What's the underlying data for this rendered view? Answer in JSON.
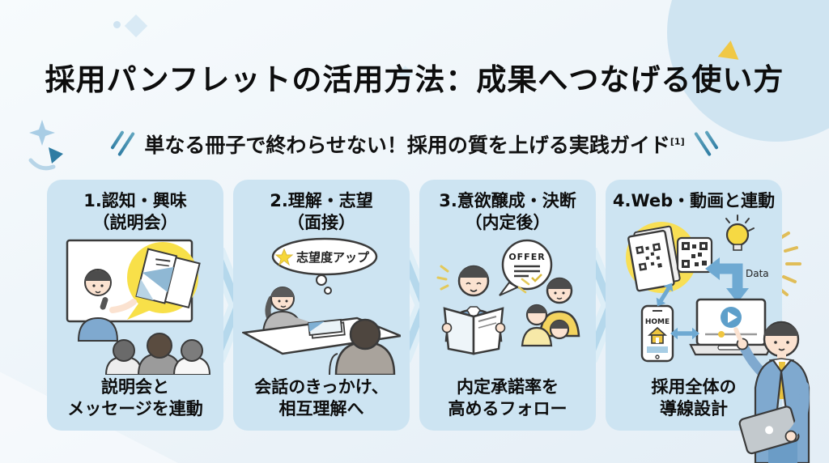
{
  "header": {
    "title": "採用パンフレットの活用方法：成果へつなげる使い方",
    "subtitle": "単なる冊子で終わらせない！採用の質を上げる実践ガイド",
    "subtitle_note": "[1]"
  },
  "steps": [
    {
      "heading_line1": "1.認知・興味",
      "heading_line2": "（説明会）",
      "caption_line1": "説明会と",
      "caption_line2": "メッセージを連動",
      "illustration": "seminar-presentation-with-pamphlet"
    },
    {
      "heading_line1": "2.理解・志望",
      "heading_line2": "（面接）",
      "bubble_label": "志望度アップ",
      "caption_line1": "会話のきっかけ、",
      "caption_line2": "相互理解へ",
      "illustration": "interview-conversation"
    },
    {
      "heading_line1": "3.意欲醸成・決断",
      "heading_line2": "（内定後）",
      "bubble_label": "OFFER",
      "caption_line1": "内定承諾率を",
      "caption_line2": "高めるフォロー",
      "illustration": "offer-reading-with-family"
    },
    {
      "heading_line1": "4.Web・動画と連動",
      "heading_line2": "",
      "labels": {
        "data": "Data",
        "home": "HOME"
      },
      "caption_line1": "採用全体の",
      "caption_line2": "導線設計",
      "illustration": "web-video-qr-linkage"
    }
  ],
  "icons": [
    "star-icon",
    "offer-bubble-icon",
    "check-icon",
    "lightbulb-icon",
    "qr-code-icon",
    "home-icon",
    "play-icon",
    "arrow-icon",
    "sparkle-icon"
  ],
  "colors": {
    "background_top": "#f7fbfd",
    "background_bottom": "#e4eef6",
    "card_background": "#cde4f2",
    "chevron_blue": "#b5d8ec",
    "accent_yellow": "#f8df55",
    "bubble_yellow": "#f8e049",
    "suit_blue": "#7fa9cf",
    "arrow_blue": "#6ea9d2",
    "slash_teal": "#4b93b0",
    "text_black": "#111111"
  }
}
